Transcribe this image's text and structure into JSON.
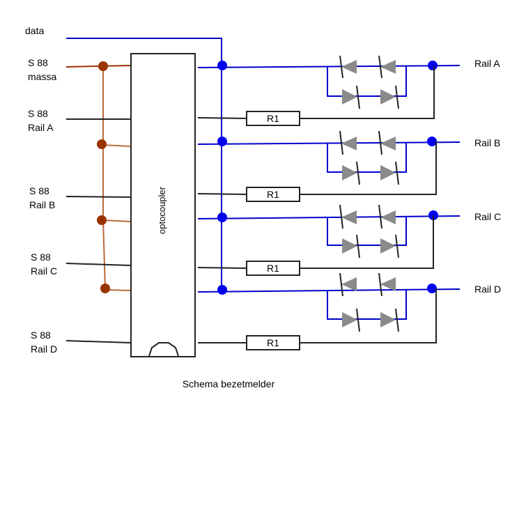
{
  "diagram": {
    "caption": "Schema bezetmelder",
    "chip_label": "optocoupler",
    "data_label": "data",
    "left_labels": [
      {
        "line1": "S 88",
        "line2": "massa"
      },
      {
        "line1": "S 88",
        "line2": "Rail A"
      },
      {
        "line1": "S 88",
        "line2": "Rail B"
      },
      {
        "line1": "S 88",
        "line2": "Rail C"
      },
      {
        "line1": "S 88",
        "line2": "Rail D"
      }
    ],
    "rail_labels": [
      "Rail A",
      "Rail B",
      "Rail C",
      "Rail D"
    ],
    "resistor_label": "R1",
    "colors": {
      "blue": "#0000cc",
      "brown": "#993300",
      "brown_line": "#b86a3c",
      "black": "#222222",
      "diode_fill": "#8a8a8a"
    }
  }
}
